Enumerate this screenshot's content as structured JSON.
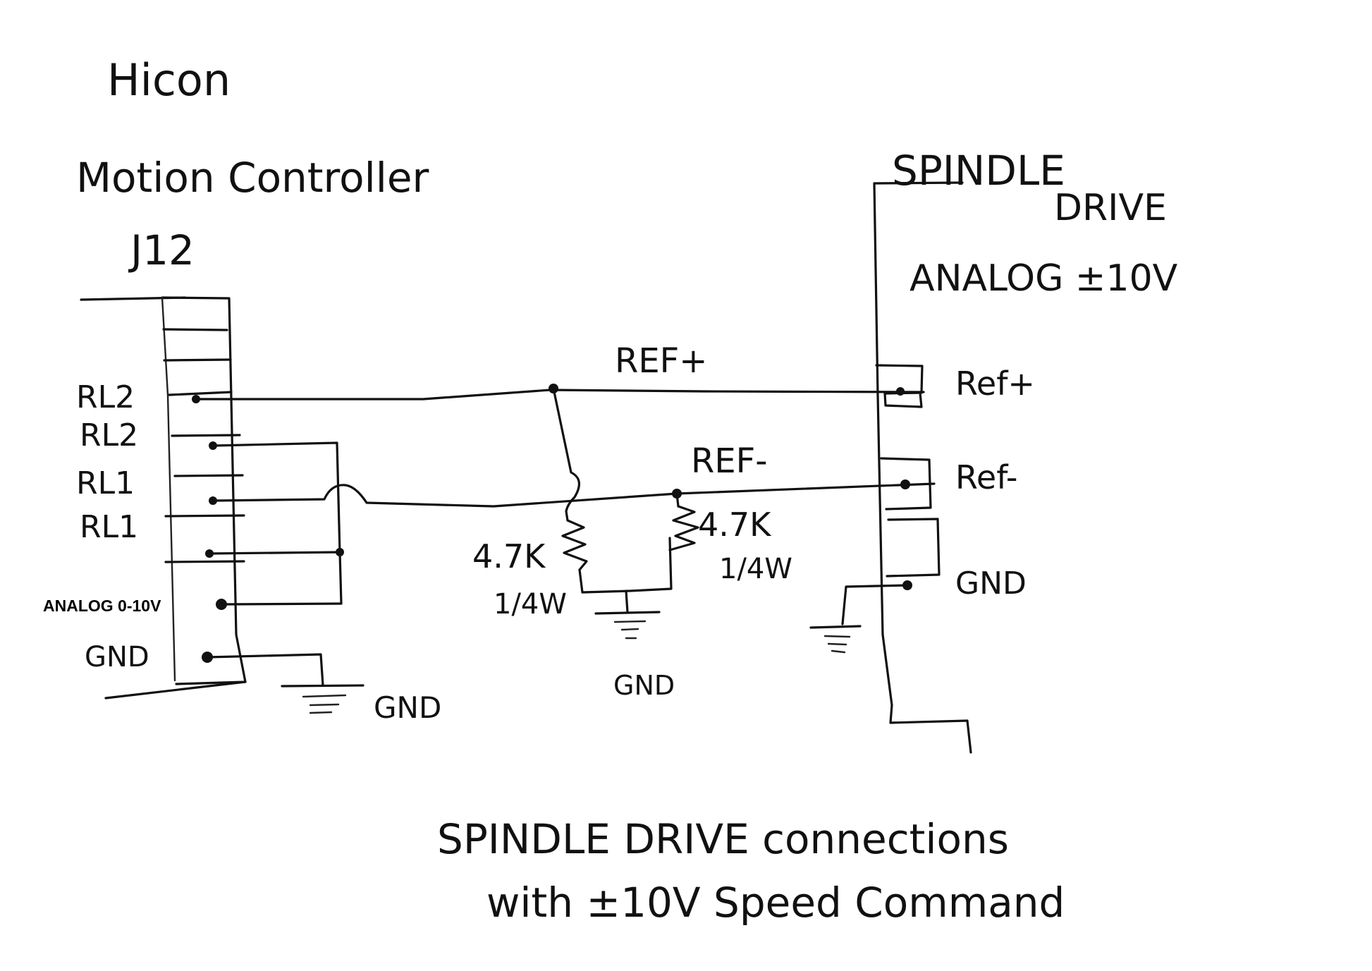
{
  "diagram": {
    "title_line1": "SPINDLE DRIVE connections",
    "title_line2": "with ±10V Speed Command",
    "controller": {
      "brand": "Hicon",
      "name": "Motion Controller",
      "connector": "J12",
      "pins": [
        {
          "label": "RL2"
        },
        {
          "label": "RL2"
        },
        {
          "label": "RL1"
        },
        {
          "label": "RL1"
        },
        {
          "label": "ANALOG 0-10V"
        },
        {
          "label": "GND"
        }
      ],
      "ground_label": "GND"
    },
    "wires": {
      "ref_plus": "REF+",
      "ref_minus": "REF-"
    },
    "resistors": [
      {
        "value": "4.7K",
        "power": "1/4W"
      },
      {
        "value": "4.7K",
        "power": "1/4W"
      }
    ],
    "resistor_ground_label": "GND",
    "drive": {
      "name_line1": "SPINDLE",
      "name_line2": "DRIVE",
      "input_type": "ANALOG ±10V",
      "terminals": [
        {
          "label": "Ref+"
        },
        {
          "label": "Ref-"
        },
        {
          "label": "GND"
        }
      ]
    }
  }
}
